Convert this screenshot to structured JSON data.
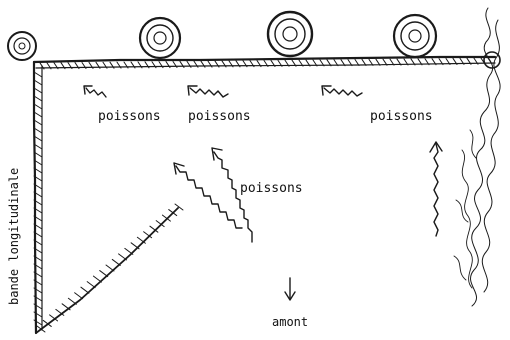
{
  "labels": {
    "poissons_1": "poissons",
    "poissons_2": "poissons",
    "poissons_3": "poissons",
    "poissons_4": "poissons",
    "amont": "amont",
    "bande": "bande longitudinale"
  },
  "floats": [
    "float-1",
    "float-2",
    "float-3",
    "float-4",
    "float-5"
  ],
  "arrows": [
    "fish-arrow-1",
    "fish-arrow-2",
    "fish-arrow-3",
    "fish-arrow-4",
    "fish-arrow-5",
    "fish-arrow-6",
    "current-arrow"
  ],
  "colors": {
    "ink": "#1a1a1a",
    "paper": "#ffffff"
  }
}
